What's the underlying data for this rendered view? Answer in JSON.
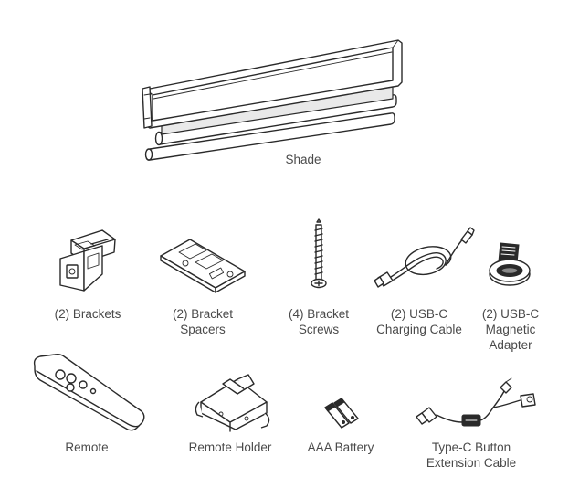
{
  "components": {
    "shade": "Shade",
    "brackets": [
      "(2) Brackets"
    ],
    "bracket_spacers": [
      "(2) Bracket",
      "Spacers"
    ],
    "bracket_screws": [
      "(4) Bracket",
      "Screws"
    ],
    "charging_cable": [
      "(2) USB-C",
      "Charging Cable"
    ],
    "magnetic_adapter": [
      "(2) USB-C",
      "Magnetic",
      "Adapter"
    ],
    "remote": "Remote",
    "remote_holder": "Remote Holder",
    "battery": "AAA Battery",
    "extension_cable": [
      "Type-C Button",
      "Extension Cable"
    ]
  }
}
